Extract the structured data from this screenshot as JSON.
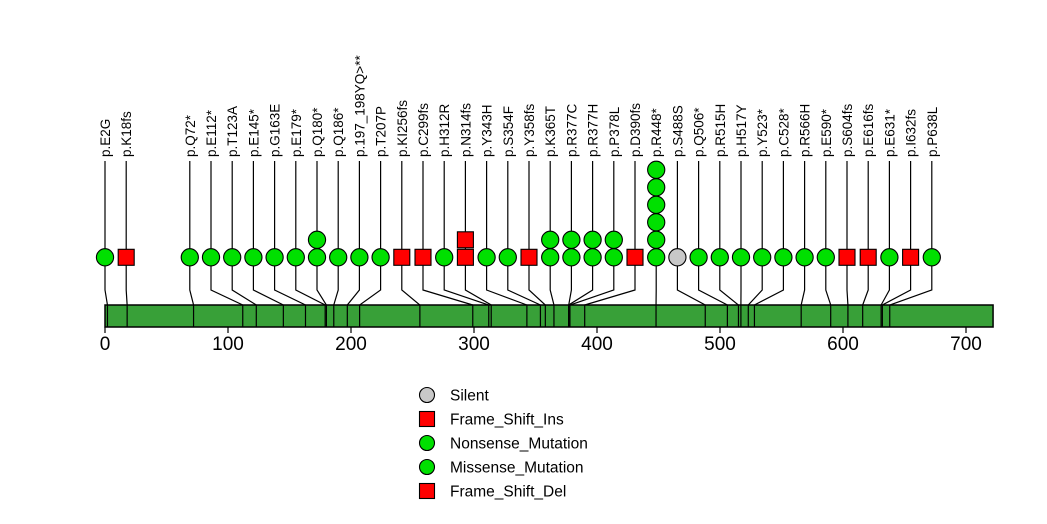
{
  "chart_data": {
    "type": "lollipop",
    "title": "",
    "xlabel": "",
    "ylabel": "",
    "xlim": [
      0,
      722
    ],
    "x_ticks": [
      0,
      100,
      200,
      300,
      400,
      500,
      600,
      700
    ],
    "grid": false,
    "legend_position": "bottom-center",
    "protein_bar": {
      "start": 0,
      "end": 722,
      "color": "#38a038",
      "border_color": "#000000"
    },
    "marker_styles": {
      "green-circle": {
        "shape": "circle",
        "fill": "#00e000",
        "stroke": "#000000"
      },
      "red-square": {
        "shape": "square",
        "fill": "#ff0000",
        "stroke": "#000000"
      },
      "gray-circle": {
        "shape": "circle",
        "fill": "#c8c8c8",
        "stroke": "#000000"
      }
    },
    "mutations": [
      {
        "label": "p.E2G",
        "position": 2,
        "count": 1,
        "marker": "green-circle"
      },
      {
        "label": "p.K18fs",
        "position": 18,
        "count": 1,
        "marker": "red-square"
      },
      {
        "label": "p.Q72*",
        "position": 72,
        "count": 1,
        "marker": "green-circle"
      },
      {
        "label": "p.E112*",
        "position": 112,
        "count": 1,
        "marker": "green-circle"
      },
      {
        "label": "p.T123A",
        "position": 123,
        "count": 1,
        "marker": "green-circle"
      },
      {
        "label": "p.E145*",
        "position": 145,
        "count": 1,
        "marker": "green-circle"
      },
      {
        "label": "p.G163E",
        "position": 163,
        "count": 1,
        "marker": "green-circle"
      },
      {
        "label": "p.E179*",
        "position": 179,
        "count": 1,
        "marker": "green-circle"
      },
      {
        "label": "p.Q180*",
        "position": 180,
        "count": 2,
        "marker": "green-circle"
      },
      {
        "label": "p.Q186*",
        "position": 186,
        "count": 1,
        "marker": "green-circle"
      },
      {
        "label": "p.197_198YQ>**",
        "position": 197,
        "count": 1,
        "marker": "green-circle"
      },
      {
        "label": "p.T207P",
        "position": 207,
        "count": 1,
        "marker": "green-circle"
      },
      {
        "label": "p.KI256fs",
        "position": 256,
        "count": 1,
        "marker": "red-square"
      },
      {
        "label": "p.C299fs",
        "position": 299,
        "count": 1,
        "marker": "red-square"
      },
      {
        "label": "p.H312R",
        "position": 312,
        "count": 1,
        "marker": "green-circle"
      },
      {
        "label": "p.N314fs",
        "position": 314,
        "count": 2,
        "marker": "red-square"
      },
      {
        "label": "p.Y343H",
        "position": 343,
        "count": 1,
        "marker": "green-circle"
      },
      {
        "label": "p.S354F",
        "position": 354,
        "count": 1,
        "marker": "green-circle"
      },
      {
        "label": "p.Y358fs",
        "position": 358,
        "count": 1,
        "marker": "red-square"
      },
      {
        "label": "p.K365T",
        "position": 365,
        "count": 2,
        "marker": "green-circle"
      },
      {
        "label": "p.R377C",
        "position": 377,
        "count": 2,
        "marker": "green-circle"
      },
      {
        "label": "p.R377H",
        "position": 377,
        "count": 2,
        "marker": "green-circle"
      },
      {
        "label": "p.P378L",
        "position": 378,
        "count": 2,
        "marker": "green-circle"
      },
      {
        "label": "p.D390fs",
        "position": 390,
        "count": 1,
        "marker": "red-square"
      },
      {
        "label": "p.R448*",
        "position": 448,
        "count": 6,
        "marker": "green-circle"
      },
      {
        "label": "p.S488S",
        "position": 488,
        "count": 1,
        "marker": "gray-circle"
      },
      {
        "label": "p.Q506*",
        "position": 506,
        "count": 1,
        "marker": "green-circle"
      },
      {
        "label": "p.R515H",
        "position": 515,
        "count": 1,
        "marker": "green-circle"
      },
      {
        "label": "p.H517Y",
        "position": 517,
        "count": 1,
        "marker": "green-circle"
      },
      {
        "label": "p.Y523*",
        "position": 523,
        "count": 1,
        "marker": "green-circle"
      },
      {
        "label": "p.C528*",
        "position": 528,
        "count": 1,
        "marker": "green-circle"
      },
      {
        "label": "p.R566H",
        "position": 566,
        "count": 1,
        "marker": "green-circle"
      },
      {
        "label": "p.E590*",
        "position": 590,
        "count": 1,
        "marker": "green-circle"
      },
      {
        "label": "p.S604fs",
        "position": 604,
        "count": 1,
        "marker": "red-square"
      },
      {
        "label": "p.E616fs",
        "position": 616,
        "count": 1,
        "marker": "red-square"
      },
      {
        "label": "p.E631*",
        "position": 631,
        "count": 1,
        "marker": "green-circle"
      },
      {
        "label": "p.I632fs",
        "position": 632,
        "count": 1,
        "marker": "red-square"
      },
      {
        "label": "p.P638L",
        "position": 638,
        "count": 1,
        "marker": "green-circle"
      }
    ],
    "legend": [
      {
        "label": "Silent",
        "marker": "gray-circle"
      },
      {
        "label": "Frame_Shift_Ins",
        "marker": "red-square"
      },
      {
        "label": "Nonsense_Mutation",
        "marker": "green-circle"
      },
      {
        "label": "Missense_Mutation",
        "marker": "green-circle"
      },
      {
        "label": "Frame_Shift_Del",
        "marker": "red-square"
      }
    ]
  }
}
